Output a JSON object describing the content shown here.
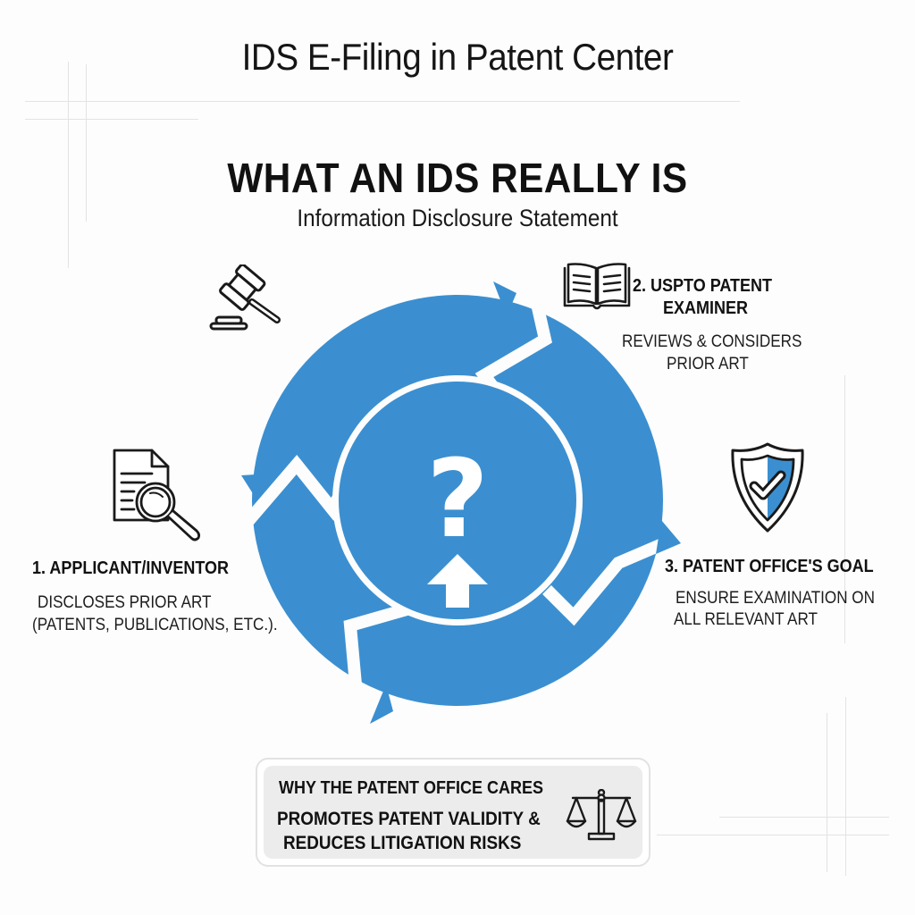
{
  "header": {
    "title": "IDS E-Filing in Patent Center"
  },
  "main": {
    "headline": "WHAT AN IDS REALLY IS",
    "subheadline": "Information Disclosure Statement"
  },
  "cycle": {
    "center_icon": "question-mark-icon",
    "center_sub_icon": "up-arrow-icon",
    "colors": {
      "arrow_fill": "#3b8fd0",
      "gap": "#ffffff",
      "text": "#111111"
    }
  },
  "steps": [
    {
      "number": "1",
      "title": "1. APPLICANT/INVENTOR",
      "description_lines": [
        "DISCLOSES PRIOR ART",
        "(PATENTS, PUBLICATIONS, ETC.)."
      ],
      "icon": "document-search-icon"
    },
    {
      "number": "2",
      "title_lines": [
        "2. USPTO PATENT",
        "EXAMINER"
      ],
      "description_lines": [
        "REVIEWS & CONSIDERS",
        "PRIOR ART"
      ],
      "icon": "open-book-icon"
    },
    {
      "number": "3",
      "title": "3. PATENT OFFICE'S GOAL",
      "description_lines": [
        "ENSURE EXAMINATION ON",
        "ALL RELEVANT ART"
      ],
      "icon": "shield-check-icon"
    }
  ],
  "decorative_icons": [
    "gavel-icon"
  ],
  "why_box": {
    "title": "WHY THE PATENT OFFICE CARES",
    "body_lines": [
      "PROMOTES PATENT VALIDITY &",
      "REDUCES LITIGATION RISKS"
    ],
    "icon": "scales-of-justice-icon"
  }
}
